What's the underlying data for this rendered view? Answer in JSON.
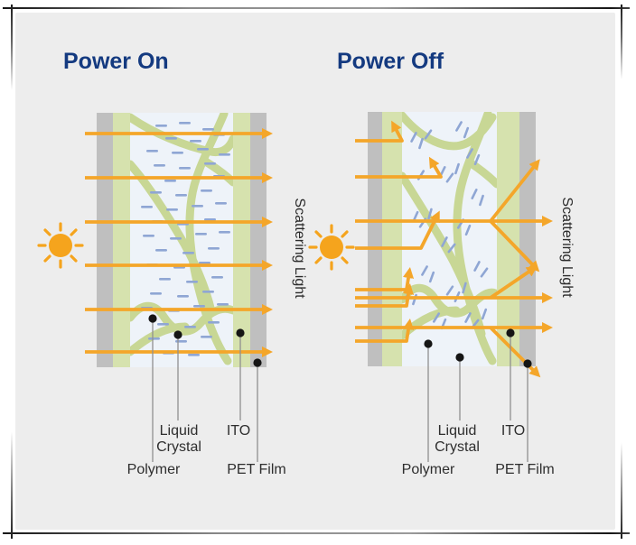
{
  "panels": [
    {
      "id": "power-on",
      "title": "Power On",
      "scattering_label": "Scattering Light",
      "labels": {
        "liquid": "Liquid",
        "crystal": "Crystal",
        "polymer": "Polymer",
        "ito": "ITO",
        "pet": "PET Film"
      }
    },
    {
      "id": "power-off",
      "title": "Power Off",
      "scattering_label": "Scattering Light",
      "labels": {
        "liquid": "Liquid",
        "crystal": "Crystal",
        "polymer": "Polymer",
        "ito": "ITO",
        "pet": "PET Film"
      }
    }
  ],
  "colors": {
    "accent_orange": "#F4A62A",
    "title_navy": "#143A80",
    "ito_layer_green": "#D6E2AE",
    "polymer_green": "#C8D795",
    "liquid_crystal_blue": "#8FA6D4",
    "pet_film_gray": "#BFBFBF",
    "film_interior": "#EEF3F9",
    "card_background": "#EDEDED",
    "label_text": "#2E2E2E"
  },
  "icons": [
    "sun-icon"
  ]
}
